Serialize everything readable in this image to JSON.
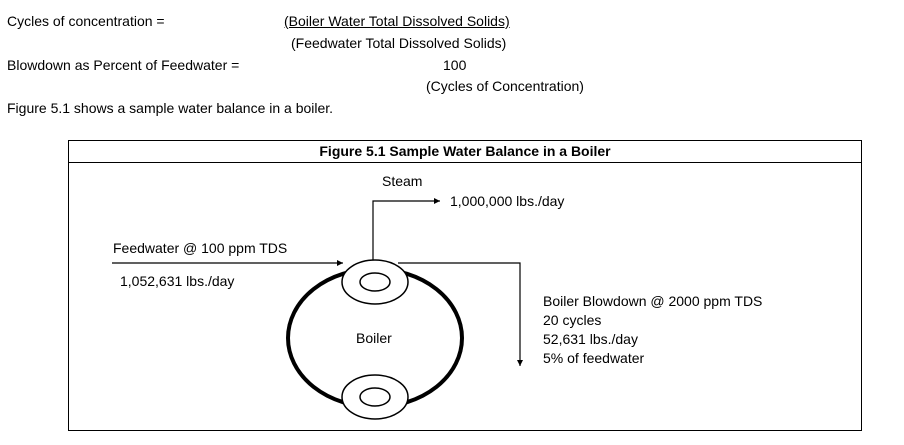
{
  "formulas": {
    "cycles": {
      "label": "Cycles of concentration  =",
      "numerator": "(Boiler Water Total Dissolved  Solids)",
      "denominator": "(Feedwater Total Dissolved Solids)"
    },
    "blowdown": {
      "label": "Blowdown as Percent of Feedwater  =",
      "numerator": "100",
      "denominator": "(Cycles of Concentration)"
    }
  },
  "intro_text": "Figure 5.1 shows  a sample  water balance  in a boiler.",
  "figure": {
    "title": "Figure 5.1  Sample Water Balance in a Boiler",
    "steam_label": "Steam",
    "steam_flow": "1,000,000 lbs./day",
    "feedwater_label": "Feedwater @ 100 ppm TDS",
    "feedwater_flow": "1,052,631 lbs./day",
    "boiler_label": "Boiler",
    "blowdown": {
      "line1": "Boiler Blowdown @ 2000 ppm TDS",
      "line2": "20 cycles",
      "line3": "52,631 lbs./day",
      "line4": "5% of feedwater"
    }
  }
}
